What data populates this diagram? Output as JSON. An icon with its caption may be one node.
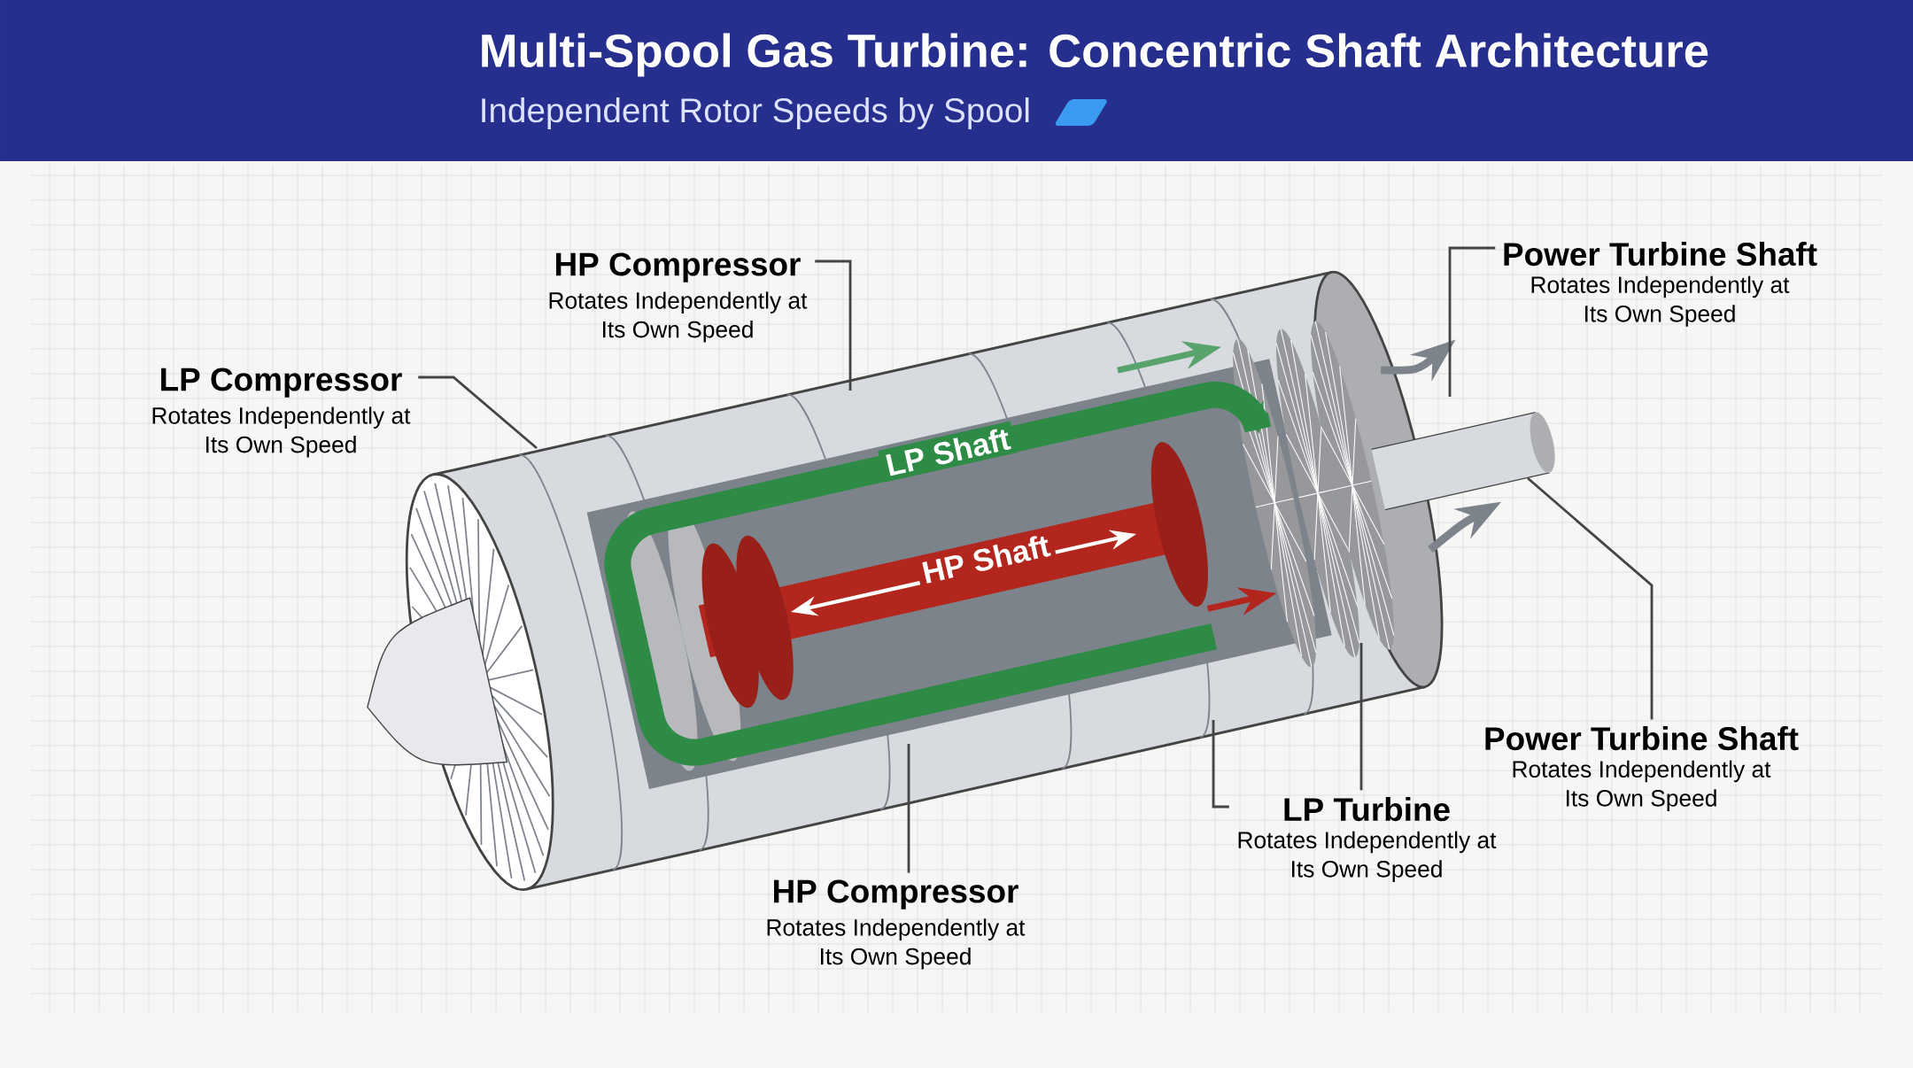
{
  "diagram": {
    "title": "Multi-Spool Gas Turbine: Concentric Shaft Architecture",
    "nodes": [
      {
        "text": [
          "HP Compressor",
          "Rotates Independently at Its Own Speed"
        ]
      },
      {
        "text": [
          "Power Turbine Shaft",
          "Rotates Independently at Its Own Speed"
        ]
      },
      {
        "text": [
          "LP Compressor",
          "Rotates Independently at Its Own Speed"
        ]
      },
      {
        "text": [
          "Power Turbine Shaft",
          "Rotates Independently at Its Own Speed"
        ]
      },
      {
        "text": [
          "LP Turbine",
          "Rotates Independently at Its Own Speed"
        ]
      },
      {
        "text": [
          "HP Compressor",
          "Rotates Independently at Its Own Speed"
        ]
      }
    ],
    "edges": [
      {
        "from": 2,
        "to": null,
        "arrow": "none"
      },
      {
        "from": 0,
        "to": null,
        "arrow": "none"
      },
      {
        "from": 1,
        "to": null,
        "arrow": "none"
      },
      {
        "from": 3,
        "to": null,
        "arrow": "none"
      },
      {
        "from": 4,
        "to": null,
        "arrow": "none"
      },
      {
        "from": 4,
        "to": null,
        "arrow": "none"
      },
      {
        "from": 5,
        "to": null,
        "arrow": "none"
      }
    ],
    "labels": [
      "Independent Rotor Speeds by Spool",
      "LP Shaft",
      "HP Shaft"
    ]
  }
}
